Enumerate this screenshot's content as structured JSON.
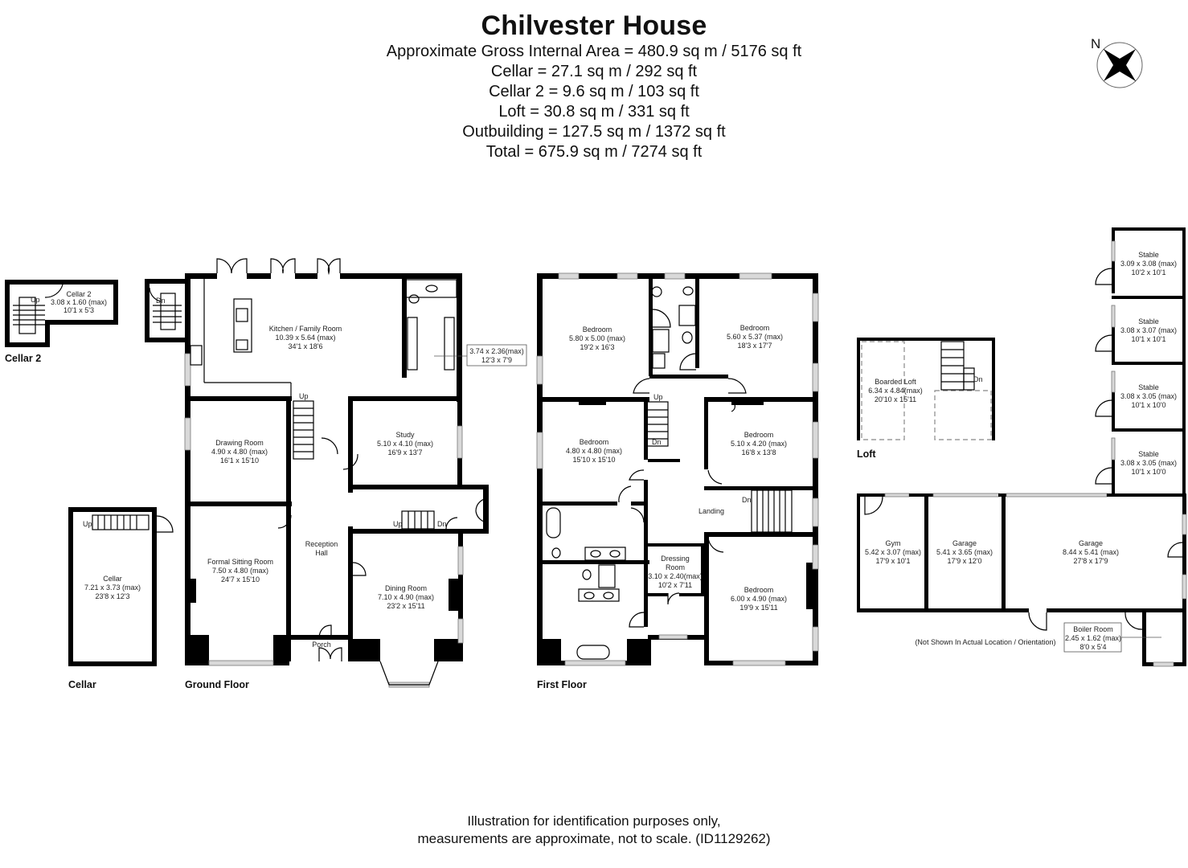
{
  "header": {
    "title": "Chilvester House",
    "areas": [
      "Approximate Gross Internal Area = 480.9 sq m / 5176 sq ft",
      "Cellar = 27.1 sq m / 292 sq ft",
      "Cellar 2 = 9.6 sq m / 103 sq ft",
      "Loft = 30.8 sq m / 331 sq ft",
      "Outbuilding = 127.5 sq m / 1372 sq ft",
      "Total = 675.9 sq m / 7274 sq ft"
    ]
  },
  "compass": {
    "label": "N",
    "icon": "compass-rose-icon"
  },
  "floors": {
    "cellar2": {
      "label": "Cellar 2"
    },
    "cellar": {
      "label": "Cellar"
    },
    "ground": {
      "label": "Ground Floor"
    },
    "first": {
      "label": "First Floor"
    },
    "loft": {
      "label": "Loft"
    }
  },
  "rooms": {
    "cellar2": {
      "name": "Cellar 2",
      "metric": "3.08 x 1.60 (max)",
      "imperial": "10'1 x 5'3"
    },
    "cellar": {
      "name": "Cellar",
      "metric": "7.21 x 3.73 (max)",
      "imperial": "23'8 x 12'3"
    },
    "kitchen": {
      "name": "Kitchen / Family Room",
      "metric": "10.39 x 5.64 (max)",
      "imperial": "34'1 x 18'6"
    },
    "utility": {
      "metric": "3.74 x 2.36(max)",
      "imperial": "12'3 x 7'9"
    },
    "drawing": {
      "name": "Drawing Room",
      "metric": "4.90 x 4.80 (max)",
      "imperial": "16'1 x 15'10"
    },
    "study": {
      "name": "Study",
      "metric": "5.10 x 4.10 (max)",
      "imperial": "16'9 x 13'7"
    },
    "sitting": {
      "name": "Formal Sitting Room",
      "metric": "7.50 x 4.80 (max)",
      "imperial": "24'7 x 15'10"
    },
    "reception": {
      "name1": "Reception",
      "name2": "Hall"
    },
    "dining": {
      "name": "Dining Room",
      "metric": "7.10 x 4.90 (max)",
      "imperial": "23'2 x 15'11"
    },
    "porch": {
      "name": "Porch"
    },
    "bed1": {
      "name": "Bedroom",
      "metric": "5.80 x 5.00 (max)",
      "imperial": "19'2 x 16'3"
    },
    "bed2": {
      "name": "Bedroom",
      "metric": "5.60 x 5.37 (max)",
      "imperial": "18'3 x 17'7"
    },
    "bed3": {
      "name": "Bedroom",
      "metric": "4.80 x 4.80 (max)",
      "imperial": "15'10 x 15'10"
    },
    "bed4": {
      "name": "Bedroom",
      "metric": "5.10 x 4.20 (max)",
      "imperial": "16'8 x 13'8"
    },
    "landing": {
      "name": "Landing"
    },
    "dressing": {
      "name1": "Dressing",
      "name2": "Room",
      "metric": "3.10 x 2.40(max)",
      "imperial": "10'2 x 7'11"
    },
    "bed5": {
      "name": "Bedroom",
      "metric": "6.00 x 4.90 (max)",
      "imperial": "19'9 x 15'11"
    },
    "loft": {
      "name": "Boarded Loft",
      "metric": "6.34 x 4.84(max)",
      "imperial": "20'10 x 15'11"
    },
    "stable1": {
      "name": "Stable",
      "metric": "3.09 x 3.08 (max)",
      "imperial": "10'2 x 10'1"
    },
    "stable2": {
      "name": "Stable",
      "metric": "3.08 x 3.07 (max)",
      "imperial": "10'1 x 10'1"
    },
    "stable3": {
      "name": "Stable",
      "metric": "3.08 x 3.05 (max)",
      "imperial": "10'1 x 10'0"
    },
    "stable4": {
      "name": "Stable",
      "metric": "3.08 x 3.05 (max)",
      "imperial": "10'1 x 10'0"
    },
    "gym": {
      "name": "Gym",
      "metric": "5.42 x 3.07 (max)",
      "imperial": "17'9 x 10'1"
    },
    "garage1": {
      "name": "Garage",
      "metric": "5.41 x 3.65 (max)",
      "imperial": "17'9 x 12'0"
    },
    "garage2": {
      "name": "Garage",
      "metric": "8.44 x 5.41 (max)",
      "imperial": "27'8 x 17'9"
    },
    "boiler": {
      "name": "Boiler Room",
      "metric": "2.45 x 1.62 (max)",
      "imperial": "8'0 x 5'4"
    }
  },
  "stairs": {
    "up": "Up",
    "down": "Dn"
  },
  "notes": {
    "outbuilding": "(Not Shown In Actual Location / Orientation)"
  },
  "footer": {
    "line1": "Illustration for identification purposes only,",
    "line2": "measurements are approximate, not to scale. (ID1129262)"
  }
}
